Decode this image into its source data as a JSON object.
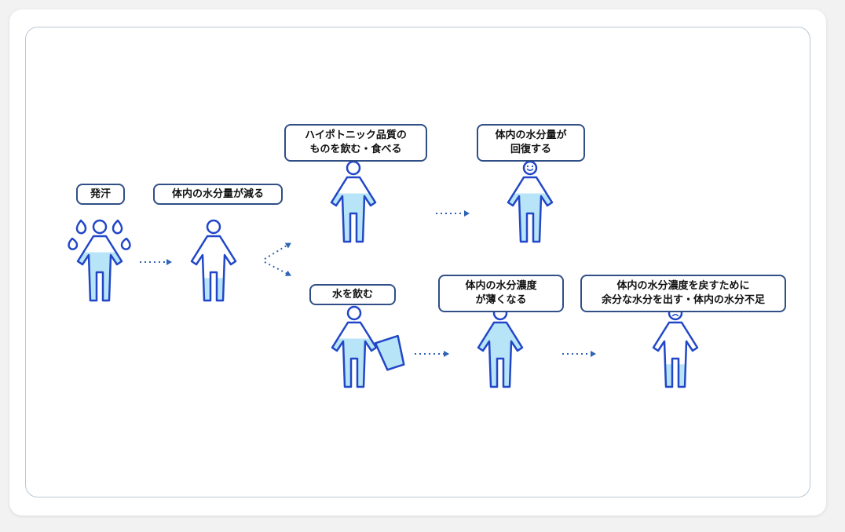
{
  "colors": {
    "outline": "#2147c8",
    "water": "#b8e4f7",
    "label_border": "#2f4f86",
    "arrow": "#2f64b4"
  },
  "labels": {
    "sweat": "発汗",
    "water_decrease": "体内の水分量が減る",
    "hypotonic": "ハイポトニック品質の\nものを飲む・食べる",
    "recover": "体内の水分量が\n回復する",
    "drink_water": "水を飲む",
    "diluted": "体内の水分濃度\nが薄くなる",
    "excrete": "体内の水分濃度を戻すために\n余分な水分を出す・体内の水分不足"
  },
  "figures": [
    {
      "name": "figure-sweating",
      "water_level": 0.75,
      "face": "none",
      "extras": "sweat-drops"
    },
    {
      "name": "figure-water-decreased",
      "water_level": 0.35,
      "face": "none",
      "extras": ""
    },
    {
      "name": "figure-hypotonic-intake",
      "water_level": 0.75,
      "face": "none",
      "extras": ""
    },
    {
      "name": "figure-recovered",
      "water_level": 0.75,
      "face": "smile",
      "extras": ""
    },
    {
      "name": "figure-drinking-water",
      "water_level": 0.75,
      "face": "none",
      "extras": "cup"
    },
    {
      "name": "figure-diluted",
      "water_level": 1.0,
      "face": "none",
      "extras": ""
    },
    {
      "name": "figure-water-shortage",
      "water_level": 0.35,
      "face": "frown",
      "extras": ""
    }
  ]
}
